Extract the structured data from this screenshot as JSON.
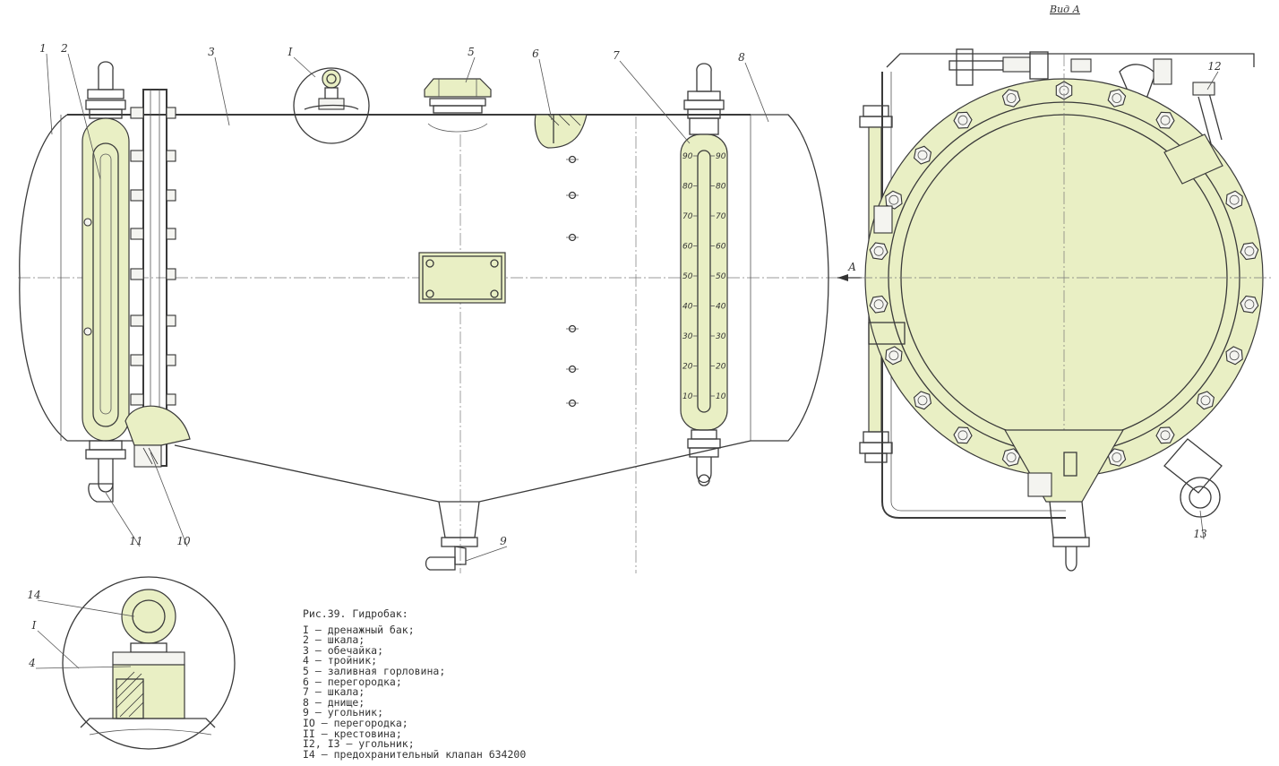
{
  "view_label": "Вид А",
  "arrow_label": "А",
  "callouts": [
    "1",
    "2",
    "3",
    "I",
    "5",
    "6",
    "7",
    "8",
    "9",
    "10",
    "11",
    "12",
    "13",
    "14",
    "I",
    "4"
  ],
  "scale_left": [
    "90",
    "80",
    "70",
    "60",
    "50",
    "40",
    "30",
    "20",
    "10"
  ],
  "scale_right": [
    "90",
    "80",
    "70",
    "60",
    "50",
    "40",
    "30",
    "20",
    "10"
  ],
  "caption": {
    "title": "Рис.39. Гидробак:",
    "items": [
      "I – дренажный бак;",
      "2 – шкала;",
      "3 – обечайка;",
      "4 – тройник;",
      "5 – заливная горловина;",
      "6 – перегородка;",
      "7 – шкала;",
      "8 – днище;",
      "9 – угольник;",
      "IO – перегородка;",
      "II – крестовина;",
      "I2, I3 – угольник;",
      "I4 – предохранительный клапан 634200"
    ]
  },
  "colors": {
    "tint": "#e9efc4",
    "line": "#3a3a3a"
  }
}
